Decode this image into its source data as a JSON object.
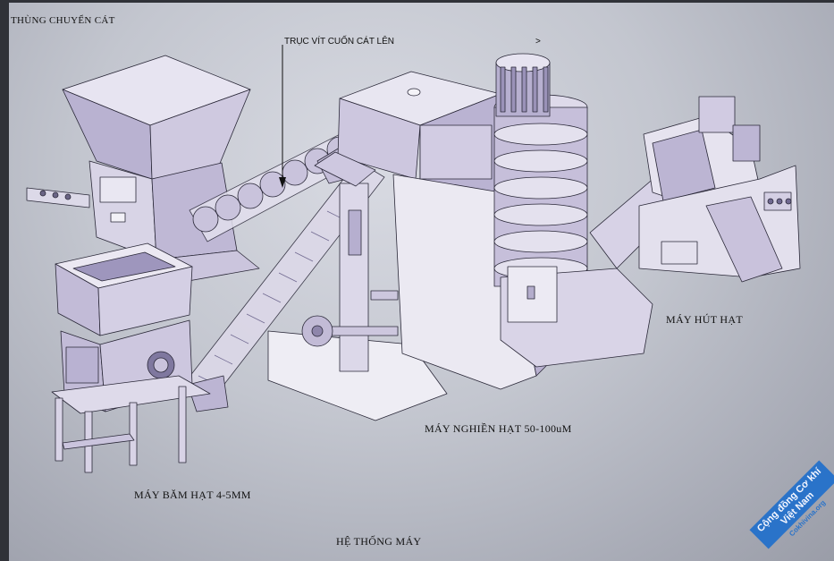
{
  "labels": {
    "feed_hopper": "THÙNG CHUYỂN CÁT",
    "screw_conveyor": "TRỤC VÍT CUỐN CÁT LÊN",
    "suction_machine": "MÁY HÚT HẠT",
    "grinding_machine": "MÁY NGHIỀN HẠT 50-100uM",
    "chopping_machine": "MÁY BĂM HẠT 4-5MM",
    "system_title": "HỆ THỐNG MÁY",
    "stray_mark": ">"
  },
  "watermark": {
    "line1": "Cộng đồng Cơ khí Việt Nam",
    "line2": "Cokhivina.org"
  },
  "colors": {
    "machine_light": "#e4e1ef",
    "machine_mid": "#bfb7d6",
    "machine_dark": "#8f86ad",
    "outline": "#2a2838",
    "watermark_blue": "#2a73c9"
  }
}
